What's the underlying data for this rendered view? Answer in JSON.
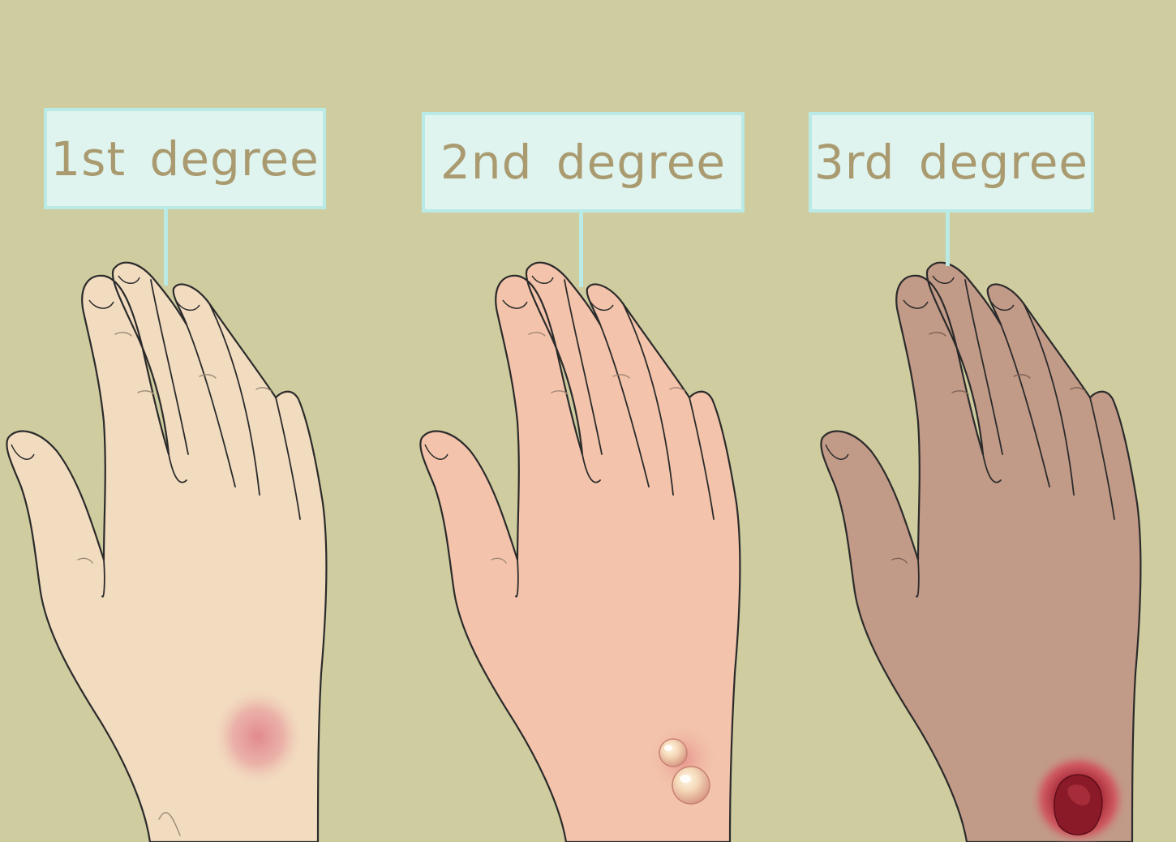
{
  "labels": [
    {
      "text": "1st degree"
    },
    {
      "text": "2nd degree"
    },
    {
      "text": "3rd degree"
    }
  ],
  "colors": {
    "background": "#cfcca0",
    "label_fill": "#dff4ee",
    "label_border": "#b9eae6",
    "label_text": "#aa9a70",
    "skin_1st": "#f2dcc0",
    "skin_2nd": "#f3c4ab",
    "skin_3rd": "#c29a88",
    "burn_red": "#e0848a",
    "outline": "#2b2b2b"
  },
  "hands": [
    {
      "skin": "light",
      "burn": "redness"
    },
    {
      "skin": "pink",
      "burn": "blisters"
    },
    {
      "skin": "tan",
      "burn": "deep wound"
    }
  ]
}
